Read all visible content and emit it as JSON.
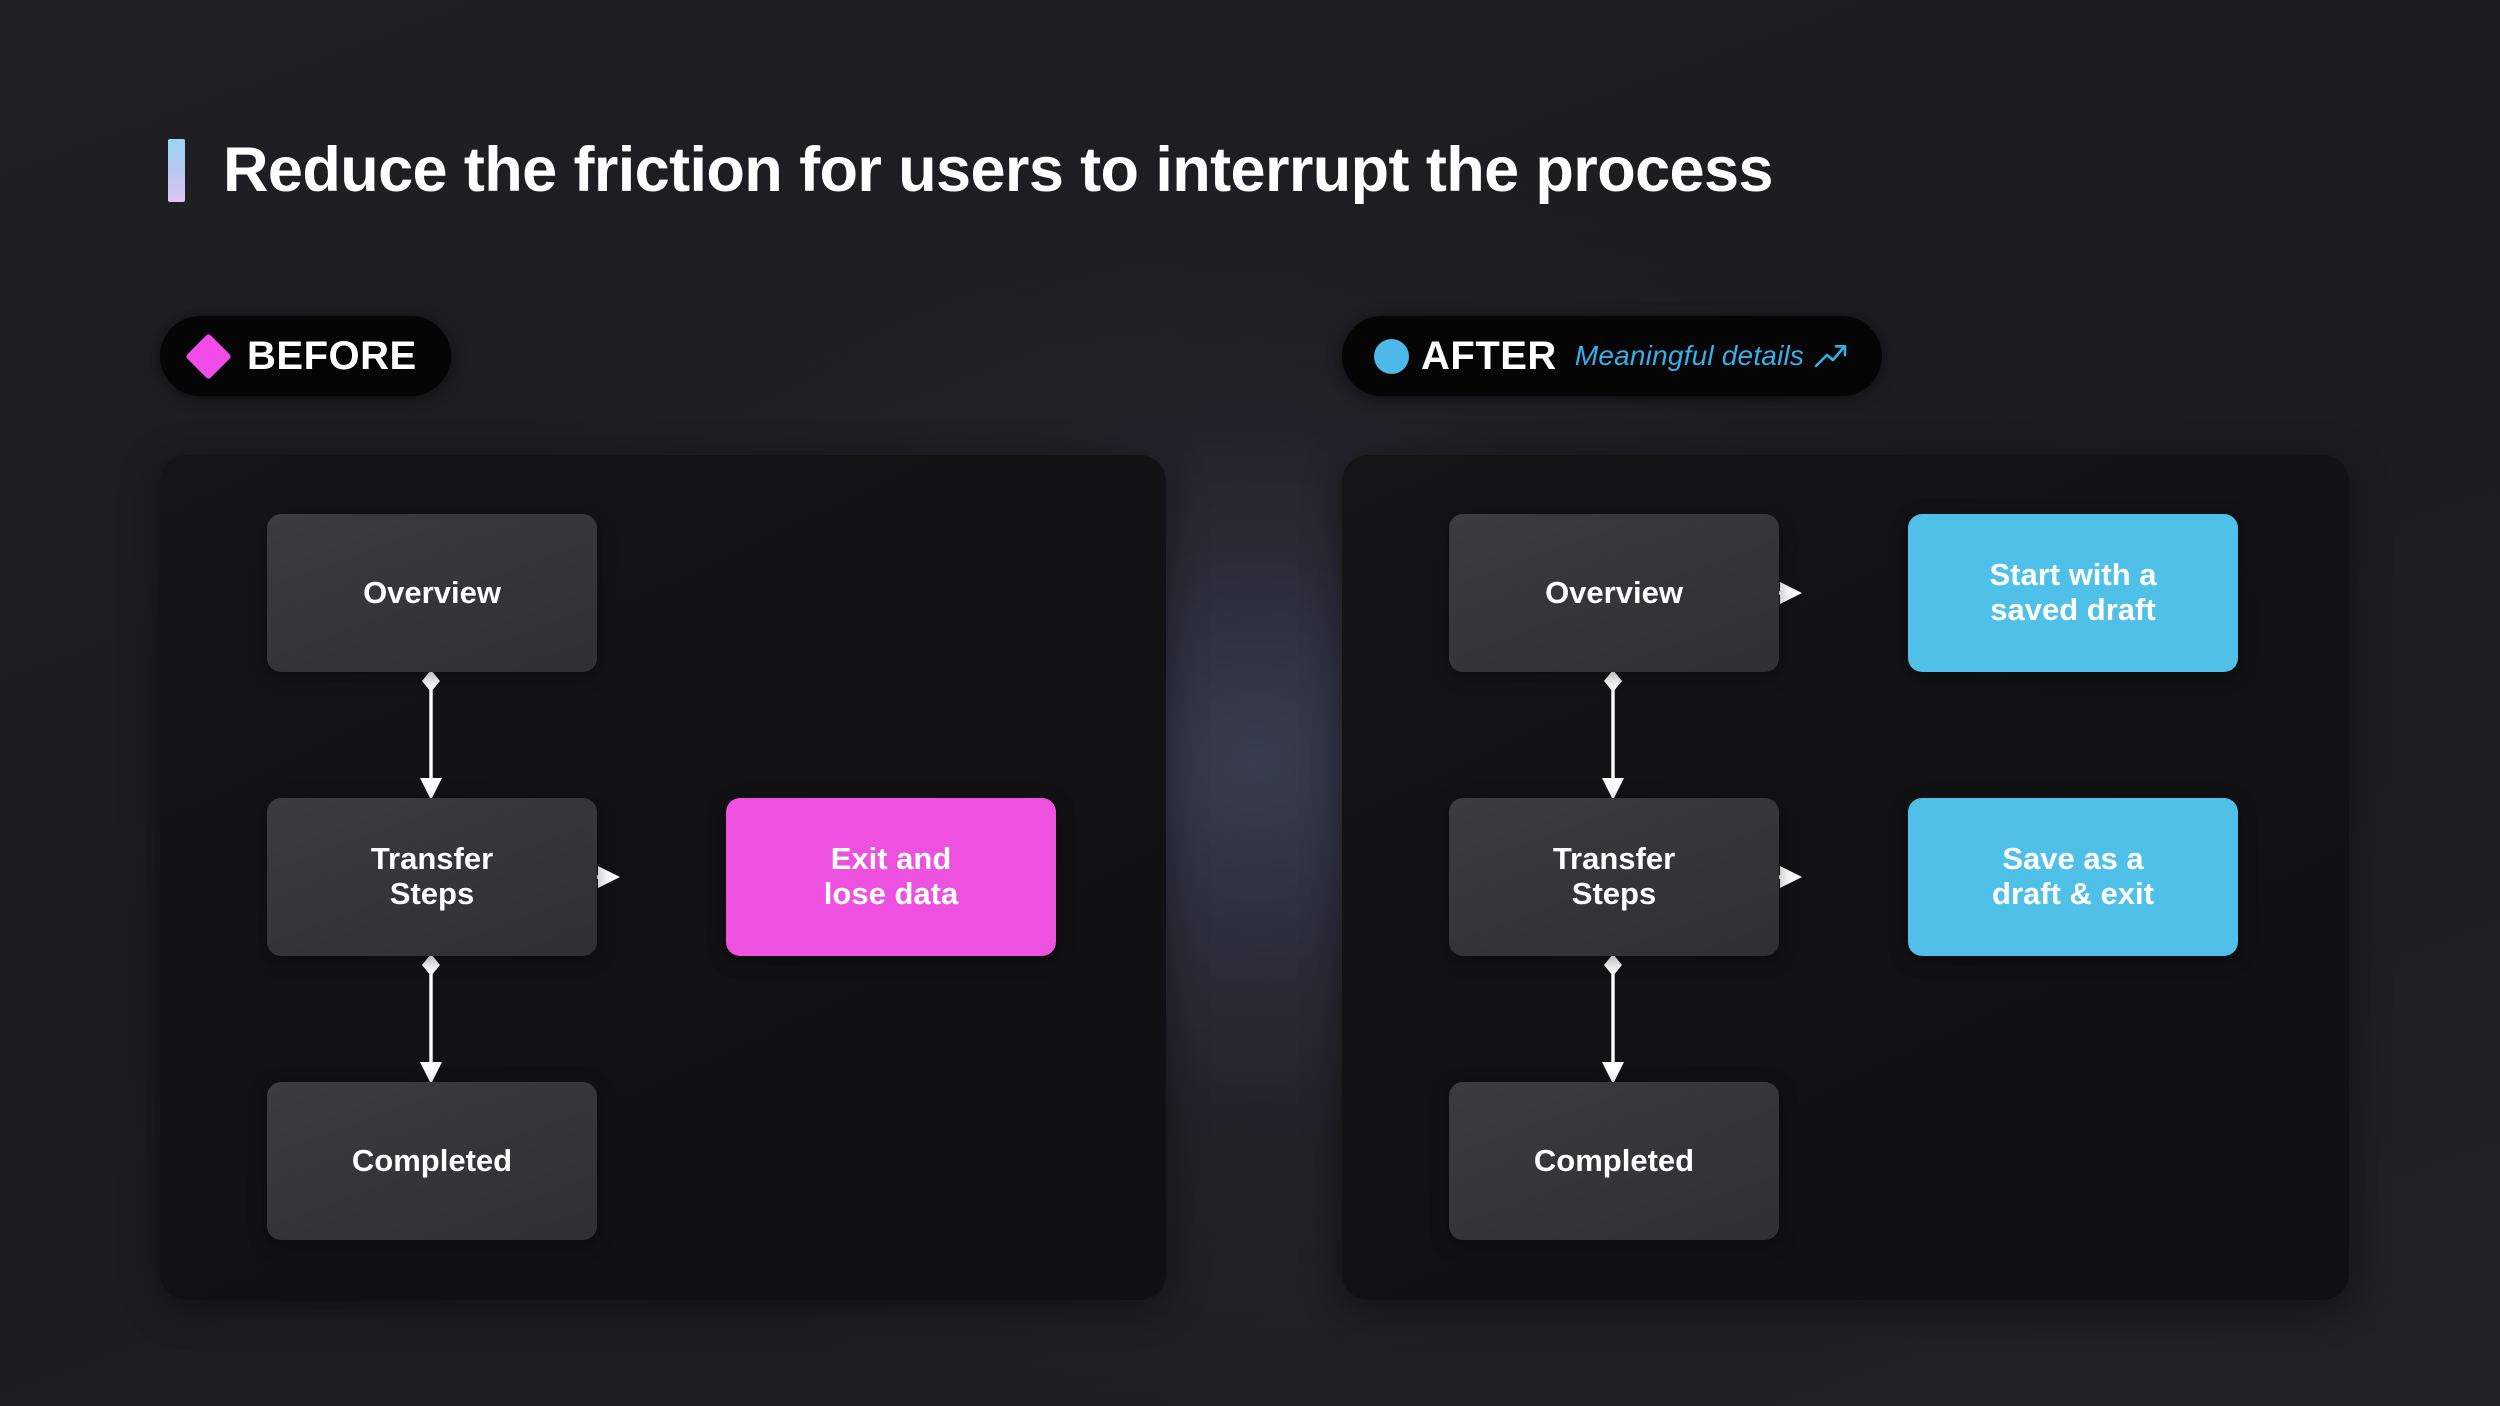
{
  "headline": {
    "text": "Reduce the friction for users to interrupt the process",
    "accent_colors": [
      "#9ad6f6",
      "#dcc6f2"
    ]
  },
  "badges": {
    "before": {
      "label": "BEFORE",
      "icon": "diamond-icon",
      "icon_color": "#f14ce8",
      "pill_color": "#050506"
    },
    "after": {
      "label": "AFTER",
      "icon": "circle-icon",
      "icon_color": "#4cb9e8",
      "note": "Meaningful details",
      "note_icon": "trending-up-icon",
      "note_color": "#35b0ea",
      "pill_color": "#050506"
    }
  },
  "panels": [
    {
      "id": "before",
      "nodes": [
        {
          "id": "overview",
          "label": "Overview",
          "style": "gray"
        },
        {
          "id": "transfer",
          "label": "Transfer\nSteps",
          "style": "gray"
        },
        {
          "id": "completed",
          "label": "Completed",
          "style": "gray"
        },
        {
          "id": "exit",
          "label": "Exit and\nlose data",
          "style": "pink"
        }
      ],
      "edges": [
        {
          "from": "overview",
          "to": "transfer",
          "direction": "vertical"
        },
        {
          "from": "transfer",
          "to": "completed",
          "direction": "vertical"
        },
        {
          "from": "transfer",
          "to": "exit",
          "direction": "horizontal"
        }
      ],
      "accent_color": "#ee50e0"
    },
    {
      "id": "after",
      "nodes": [
        {
          "id": "overview",
          "label": "Overview",
          "style": "gray"
        },
        {
          "id": "transfer",
          "label": "Transfer\nSteps",
          "style": "gray"
        },
        {
          "id": "completed",
          "label": "Completed",
          "style": "gray"
        },
        {
          "id": "start-draft",
          "label": "Start with a\nsaved draft",
          "style": "blue"
        },
        {
          "id": "save-exit",
          "label": "Save as a\ndraft & exit",
          "style": "blue"
        }
      ],
      "edges": [
        {
          "from": "overview",
          "to": "transfer",
          "direction": "vertical"
        },
        {
          "from": "transfer",
          "to": "completed",
          "direction": "vertical"
        },
        {
          "from": "overview",
          "to": "start-draft",
          "direction": "horizontal"
        },
        {
          "from": "transfer",
          "to": "save-exit",
          "direction": "horizontal"
        }
      ],
      "accent_color": "#4fc0e8"
    }
  ],
  "colors": {
    "page_bg": "#1d1d20",
    "panel_bg": "#121214",
    "node_gray": "#37373a",
    "node_pink": "#ee50e0",
    "node_blue": "#4fc0e8",
    "connector": "#ffffff",
    "text": "#ffffff"
  }
}
